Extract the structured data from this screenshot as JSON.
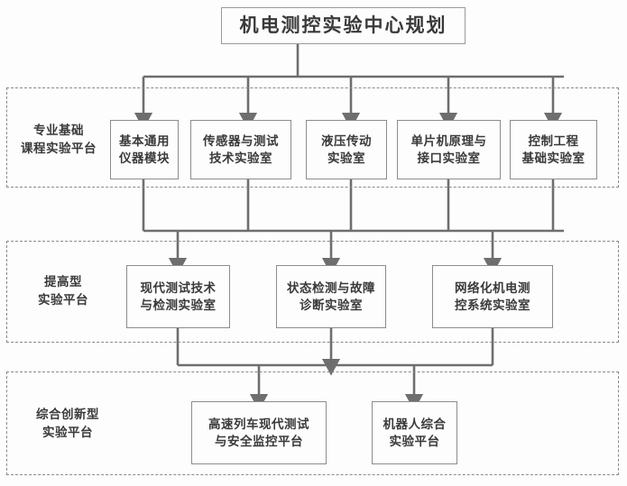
{
  "diagram": {
    "title_box": {
      "label": "机电测控实验中心规划",
      "lines": [
        "机电测控实验中心规划"
      ]
    },
    "theme": {
      "box_border": "#8c8c8c",
      "group_border": "#8a8a8a",
      "connector": "#6e6e6e",
      "text": "#3a3a3a",
      "background": "#fdfdfd"
    },
    "tiers": [
      {
        "id": "tier-basic",
        "label": "专业基础课程实验平台",
        "label_lines": [
          "专业基础",
          "课程实验平台"
        ],
        "nodes": [
          {
            "label": "基本通用仪器模块",
            "lines": [
              "基本通用",
              "仪器模块"
            ]
          },
          {
            "label": "传感器与测试技术实验室",
            "lines": [
              "传感器与测试",
              "技术实验室"
            ]
          },
          {
            "label": "液压传动实验室",
            "lines": [
              "液压传动",
              "实验室"
            ]
          },
          {
            "label": "单片机原理与接口实验室",
            "lines": [
              "单片机原理与",
              "接口实验室"
            ]
          },
          {
            "label": "控制工程基础实验室",
            "lines": [
              "控制工程",
              "基础实验室"
            ]
          }
        ]
      },
      {
        "id": "tier-advanced",
        "label": "提高型实验平台",
        "label_lines": [
          "提高型",
          "实验平台"
        ],
        "nodes": [
          {
            "label": "现代测试技术与检测实验室",
            "lines": [
              "现代测试技术",
              "与检测实验室"
            ]
          },
          {
            "label": "状态检测与故障诊断实验室",
            "lines": [
              "状态检测与故障",
              "诊断实验室"
            ]
          },
          {
            "label": "网络化机电测控系统实验室",
            "lines": [
              "网络化机电测",
              "控系统实验室"
            ]
          }
        ]
      },
      {
        "id": "tier-innovative",
        "label": "综合创新型实验平台",
        "label_lines": [
          "综合创新型",
          "实验平台"
        ],
        "nodes": [
          {
            "label": "高速列车现代测试与安全监控平台",
            "lines": [
              "高速列车现代测试",
              "与安全监控平台"
            ]
          },
          {
            "label": "机器人综合实验平台",
            "lines": [
              "机器人综合",
              "实验平台"
            ]
          }
        ]
      }
    ]
  }
}
